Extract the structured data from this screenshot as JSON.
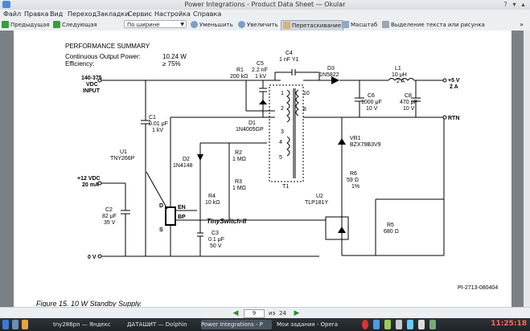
{
  "window": {
    "title": "Power Integrations - Product Data Sheet — Okular"
  },
  "menu": [
    "Файл",
    "Правка",
    "Вид",
    "Переход",
    "Закладки",
    "Сервис",
    "Настройка",
    "Справка"
  ],
  "toolbar": {
    "prev": "Предыдущая",
    "next": "Следующая",
    "zoom_mode": "По ширине страницы",
    "zoom_out": "Уменьшить",
    "zoom_in": "Увеличить",
    "drag": "Перетаскивание",
    "scale": "Масштаб",
    "select": "Выделение текста или рисунка"
  },
  "schematic": {
    "heading": "PERFORMANCE SUMMARY",
    "output_power_label": "Continuous Output Power:",
    "output_power_value": "10.24 W",
    "efficiency_label": "Efficiency:",
    "efficiency_value": "≥ 75%",
    "input_l1": "140-375",
    "input_l2": "VDC",
    "input_l3": "INPUT",
    "vdc12_l1": "+12 VDC",
    "vdc12_l2": "20 mA",
    "zero_v": "0 V",
    "out5_l1": "+5 V",
    "out5_l2": "2 A",
    "rtn": "RTN",
    "c1": [
      "C1",
      "0.01 μF",
      "1 kV"
    ],
    "c2": [
      "C2",
      "82 μF",
      "35 V"
    ],
    "c3": [
      "C3",
      "0.1 μF",
      "50 V"
    ],
    "c4": [
      "C4",
      "1 nF Y1"
    ],
    "c5": [
      "C5",
      "2.2 nF",
      "1 kV"
    ],
    "c6": [
      "C6",
      "1000 μF",
      "10 V"
    ],
    "c8": [
      "C8",
      "470 μF",
      "10 V"
    ],
    "r1": [
      "R1",
      "200 kΩ"
    ],
    "r2": [
      "R2",
      "1 MΩ"
    ],
    "r3": [
      "R3",
      "1 MΩ"
    ],
    "r4": [
      "R4",
      "10 kΩ"
    ],
    "r5": [
      "R5",
      "680 Ω"
    ],
    "r6": [
      "R6",
      "59 Ω",
      "1%"
    ],
    "l1": [
      "L1",
      "10 μH",
      "2 A"
    ],
    "d1": [
      "D1",
      "1N4005GP"
    ],
    "d2": [
      "D2",
      "1N4148"
    ],
    "d3": [
      "D3",
      "1N5822"
    ],
    "u1": [
      "U1",
      "TNY266P"
    ],
    "u2": [
      "U2",
      "TLP181Y"
    ],
    "vr1": [
      "VR1",
      "BZX79B3V9"
    ],
    "t1": "T1",
    "pins": [
      "1",
      "2",
      "3",
      "10",
      "8",
      "4",
      "5"
    ],
    "u1_pins": [
      "D",
      "EN",
      "BP",
      "S"
    ],
    "tinyswitch": "TinySwitch-II",
    "figure_code": "PI-2713-080404",
    "caption": "Figure 15.  10 W Standby Supply."
  },
  "pager": {
    "current": "9",
    "of_label": "из",
    "total": "24"
  },
  "taskbar": {
    "items": [
      "tny286pn — Яндекс",
      "ДАТАШИТ — Dolphin",
      "Power Integrations - P",
      "Мои задания - Opera"
    ],
    "clock": "11:25:18"
  }
}
